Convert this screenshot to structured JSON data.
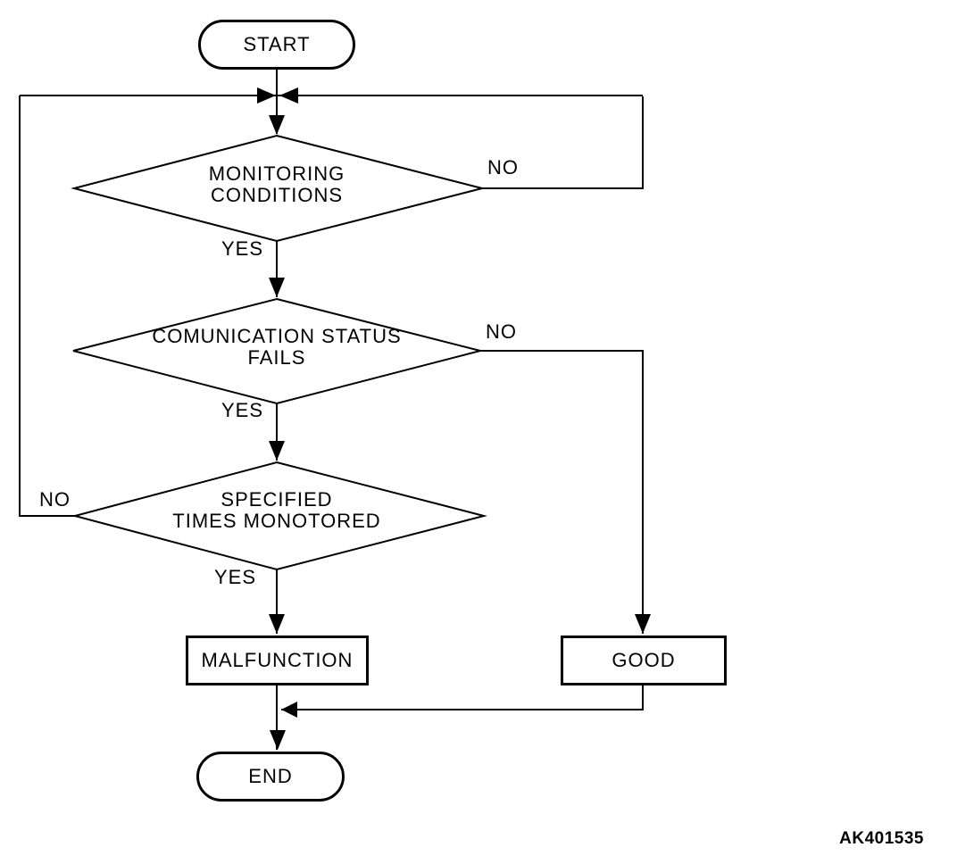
{
  "figure": {
    "code": "AK401535",
    "background_color": "#ffffff",
    "line_color": "#000000",
    "text_color": "#000000"
  },
  "nodes": {
    "start": {
      "type": "terminator",
      "label": "START"
    },
    "monitoring": {
      "type": "decision",
      "label": "MONITORING\nCONDITIONS"
    },
    "communication": {
      "type": "decision",
      "label": "COMUNICATION STATUS\nFAILS"
    },
    "specified": {
      "type": "decision",
      "label": "SPECIFIED\nTIMES MONOTORED"
    },
    "malfunction": {
      "type": "process",
      "label": "MALFUNCTION"
    },
    "good": {
      "type": "process",
      "label": "GOOD"
    },
    "end": {
      "type": "terminator",
      "label": "END"
    }
  },
  "edge_labels": {
    "monitoring_yes": "YES",
    "monitoring_no": "NO",
    "communication_yes": "YES",
    "communication_no": "NO",
    "specified_yes": "YES",
    "specified_no": "NO"
  },
  "edges": [
    {
      "from": "start",
      "to": "monitoring",
      "label": ""
    },
    {
      "from": "monitoring",
      "to": "communication",
      "label": "YES"
    },
    {
      "from": "monitoring",
      "to": "monitoring",
      "label": "NO"
    },
    {
      "from": "communication",
      "to": "specified",
      "label": "YES"
    },
    {
      "from": "communication",
      "to": "good",
      "label": "NO"
    },
    {
      "from": "specified",
      "to": "malfunction",
      "label": "YES"
    },
    {
      "from": "specified",
      "to": "monitoring",
      "label": "NO"
    },
    {
      "from": "malfunction",
      "to": "end",
      "label": ""
    },
    {
      "from": "good",
      "to": "end",
      "label": ""
    }
  ]
}
